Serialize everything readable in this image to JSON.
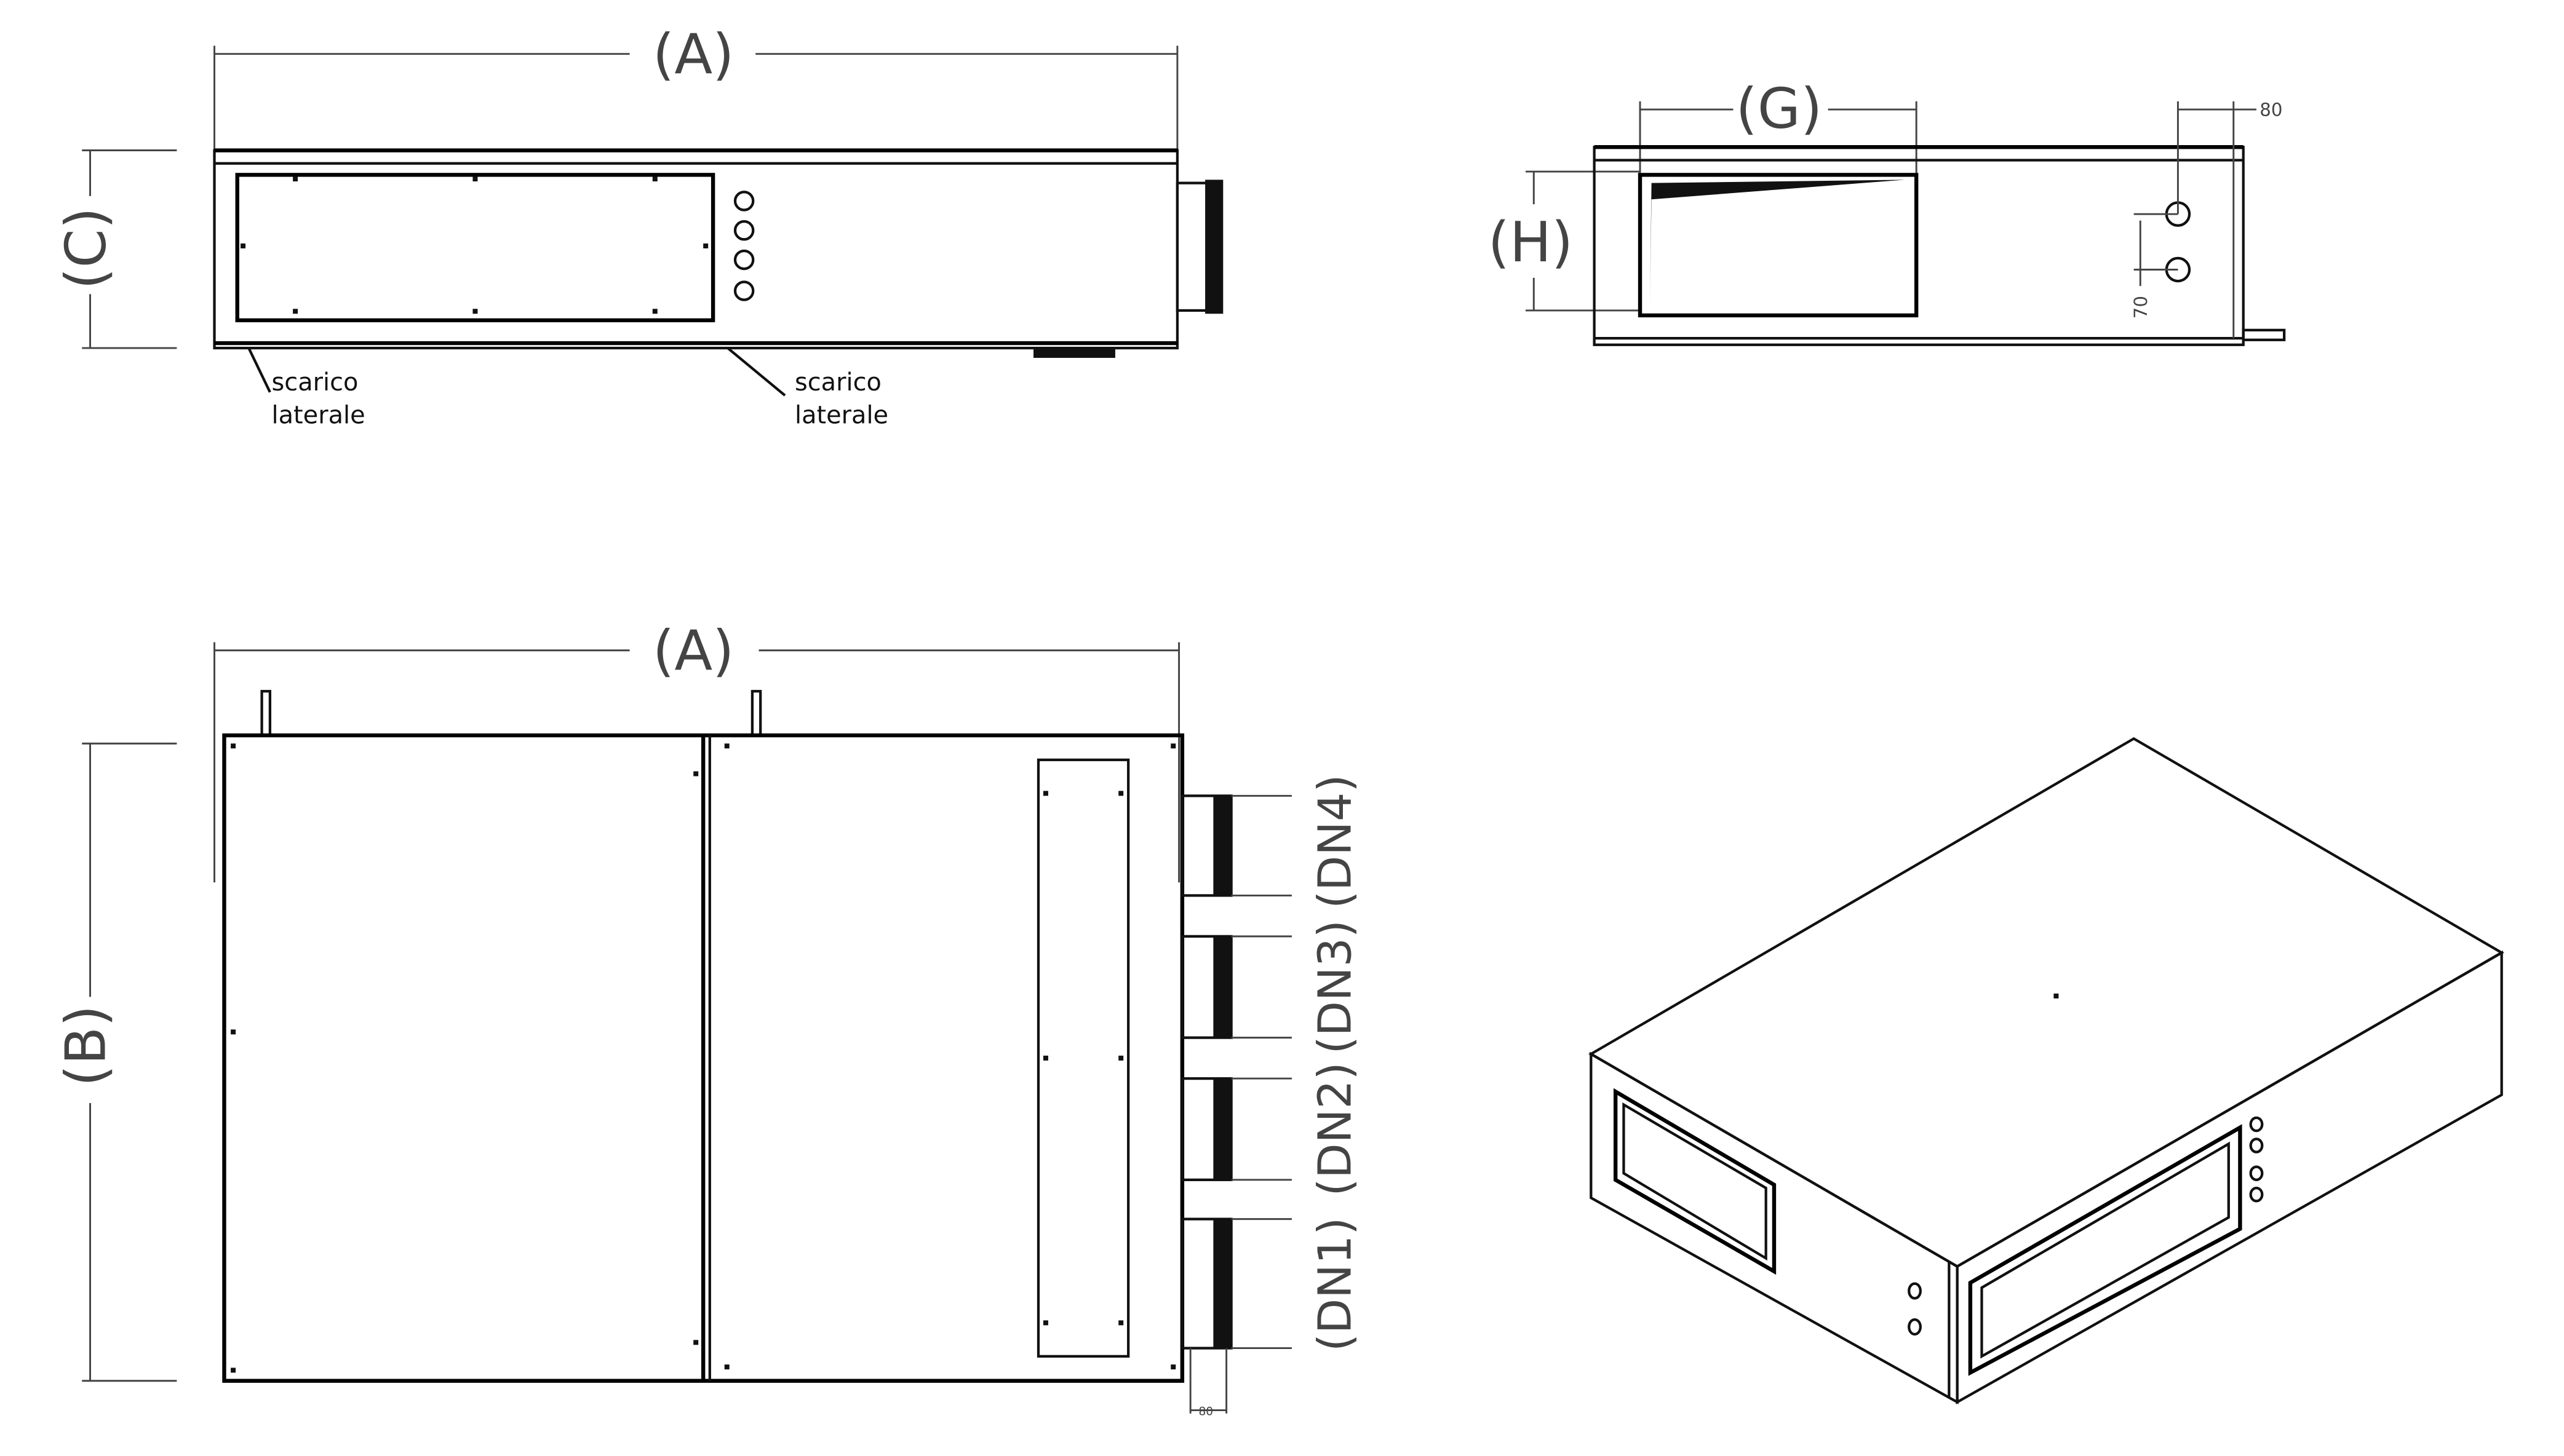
{
  "views": {
    "front": {
      "dim_width": "(A)",
      "dim_height": "(C)",
      "drain_left": [
        "scarico",
        "laterale"
      ],
      "drain_right": [
        "scarico",
        "laterale"
      ]
    },
    "side": {
      "dim_width": "(G)",
      "dim_height": "(H)",
      "offset_horizontal": "80",
      "offset_vertical": "70"
    },
    "top": {
      "dim_width": "(A)",
      "dim_depth": "(B)",
      "connections": [
        "(DN4)",
        "(DN3)",
        "(DN2)",
        "(DN1)"
      ],
      "offset": "80"
    },
    "isometric": {}
  }
}
